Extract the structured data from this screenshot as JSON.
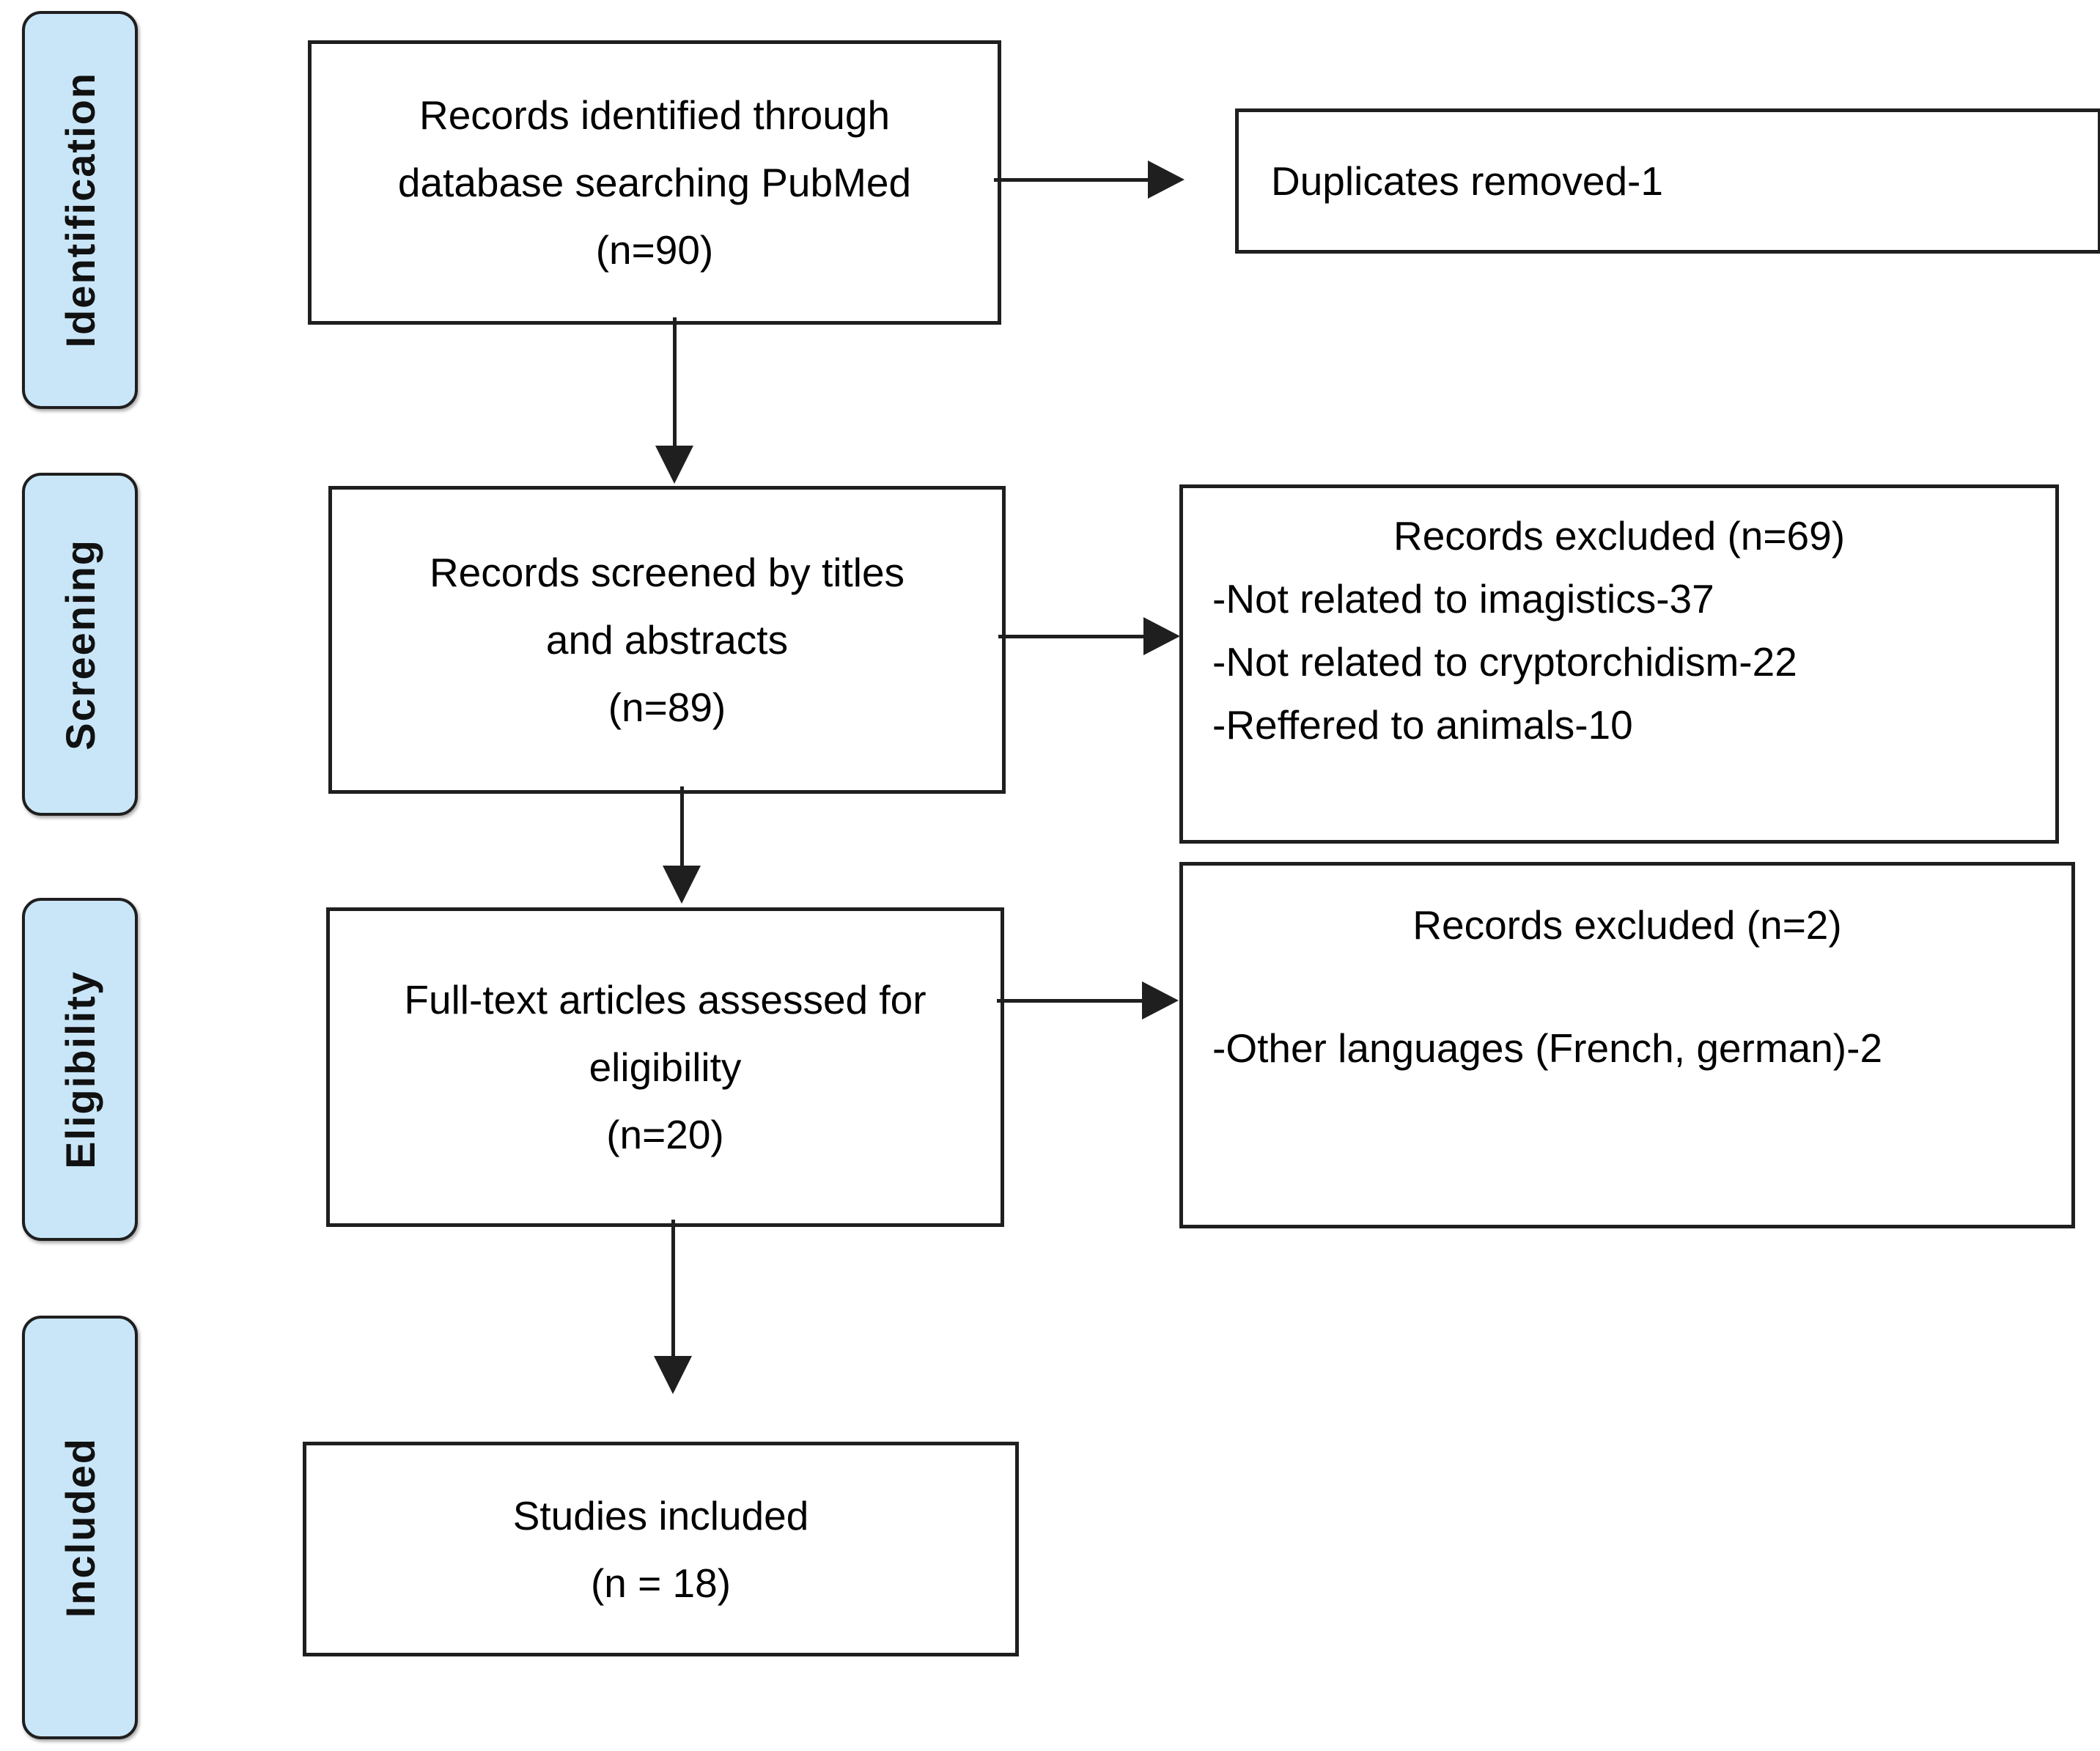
{
  "stages": [
    {
      "label": "Identification"
    },
    {
      "label": "Screening"
    },
    {
      "label": "Eligibility"
    },
    {
      "label": "Included"
    }
  ],
  "flow_boxes": [
    {
      "lines": [
        "Records identified through",
        "database searching PubMed",
        "(n=90)"
      ]
    },
    {
      "lines": [
        "Records screened by titles",
        "and abstracts",
        "(n=89)"
      ]
    },
    {
      "lines": [
        "Full-text articles assessed for",
        "eligibility",
        "(n=20)"
      ]
    },
    {
      "lines": [
        "Studies included",
        "(n = 18)"
      ]
    }
  ],
  "side_boxes": [
    {
      "lines": [
        "Duplicates removed-1"
      ]
    },
    {
      "title": "Records excluded (n=69)",
      "lines": [
        "-Not related to imagistics-37",
        "-Not related to cryptorchidism-22",
        "-Reffered to animals-10"
      ]
    },
    {
      "title": "Records excluded (n=2)",
      "lines": [
        "-Other languages (French, german)-2"
      ]
    }
  ],
  "colors": {
    "stage_label_fill": "#c9e6f8",
    "line": "#1f1f1f",
    "background": "#ffffff",
    "text": "#000000"
  }
}
